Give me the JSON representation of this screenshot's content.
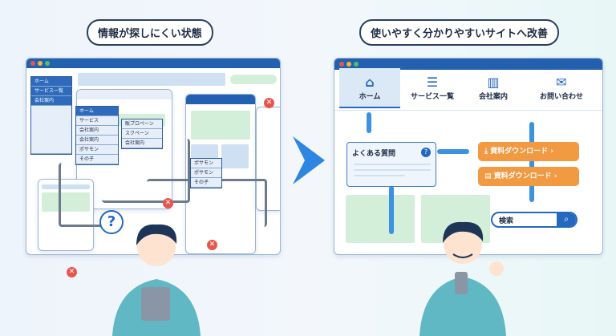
{
  "left": {
    "title": "情報が探しにくい状態",
    "side_menu": [
      "ホーム",
      "サービス一覧",
      "会社案内"
    ],
    "dropdown1": [
      "ホーム",
      "サービス",
      "会社案内",
      "会社案内",
      "ポサモン",
      "その子"
    ],
    "dropdown2": [
      "販プロペーン",
      "スクペーン",
      "会社案内"
    ],
    "dropdown3": [
      "ポサモン",
      "ポサモン",
      "その子"
    ],
    "question_mark": "?"
  },
  "right": {
    "title": "使いやすく分かりやすいサイトへ改善",
    "nav": [
      {
        "label": "ホーム",
        "icon": "home-icon"
      },
      {
        "label": "サービス一覧",
        "icon": "list-icon"
      },
      {
        "label": "会社案内",
        "icon": "building-icon"
      },
      {
        "label": "お問い合わせ",
        "icon": "mail-icon"
      }
    ],
    "faq": "よくある質問",
    "download1": "資料ダウンロード",
    "download2": "資料ダウンロード",
    "search_placeholder": "検索"
  }
}
